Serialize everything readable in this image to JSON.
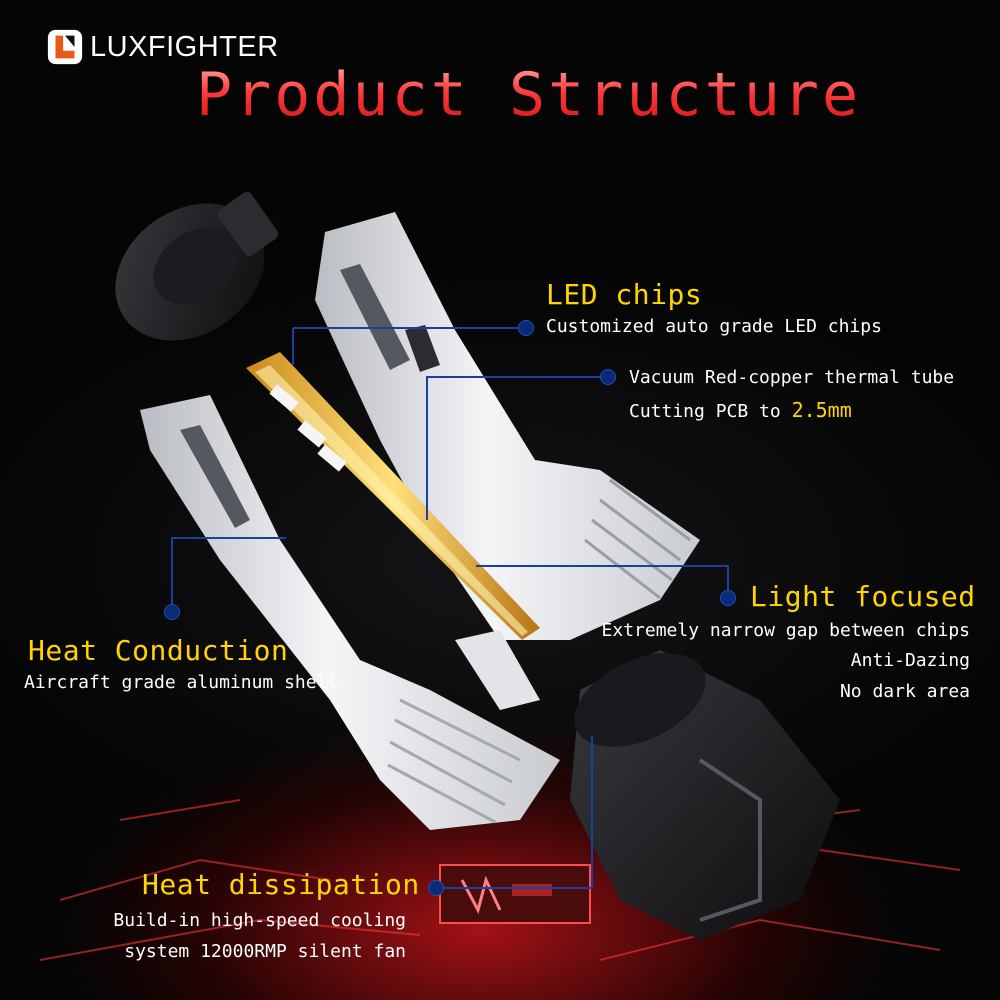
{
  "brand": {
    "logo_text": "LUXFIGHTER",
    "accent": "#e85a1a"
  },
  "title": "Product Structure",
  "colors": {
    "heading": "#ffd400",
    "text": "#ffffff",
    "callout_line": "#1a3f9e",
    "title_red": "#ff3b3b"
  },
  "callouts": {
    "led_chips": {
      "heading": "LED chips",
      "lines": [
        "Customized auto grade LED chips"
      ]
    },
    "thermal": {
      "line1": "Vacuum Red-copper thermal tube",
      "line2_prefix": "Cutting PCB to ",
      "line2_value": "2.5mm"
    },
    "light_focused": {
      "heading": "Light focused",
      "lines": [
        "Extremely narrow gap between chips",
        "Anti-Dazing",
        "No dark area"
      ]
    },
    "heat_conduction": {
      "heading": "Heat Conduction",
      "lines": [
        "Aircraft grade aluminum shell"
      ]
    },
    "heat_dissipation": {
      "heading": "Heat dissipation",
      "lines": [
        "Build-in high-speed cooling",
        "system 12000RMP silent fan"
      ]
    }
  }
}
